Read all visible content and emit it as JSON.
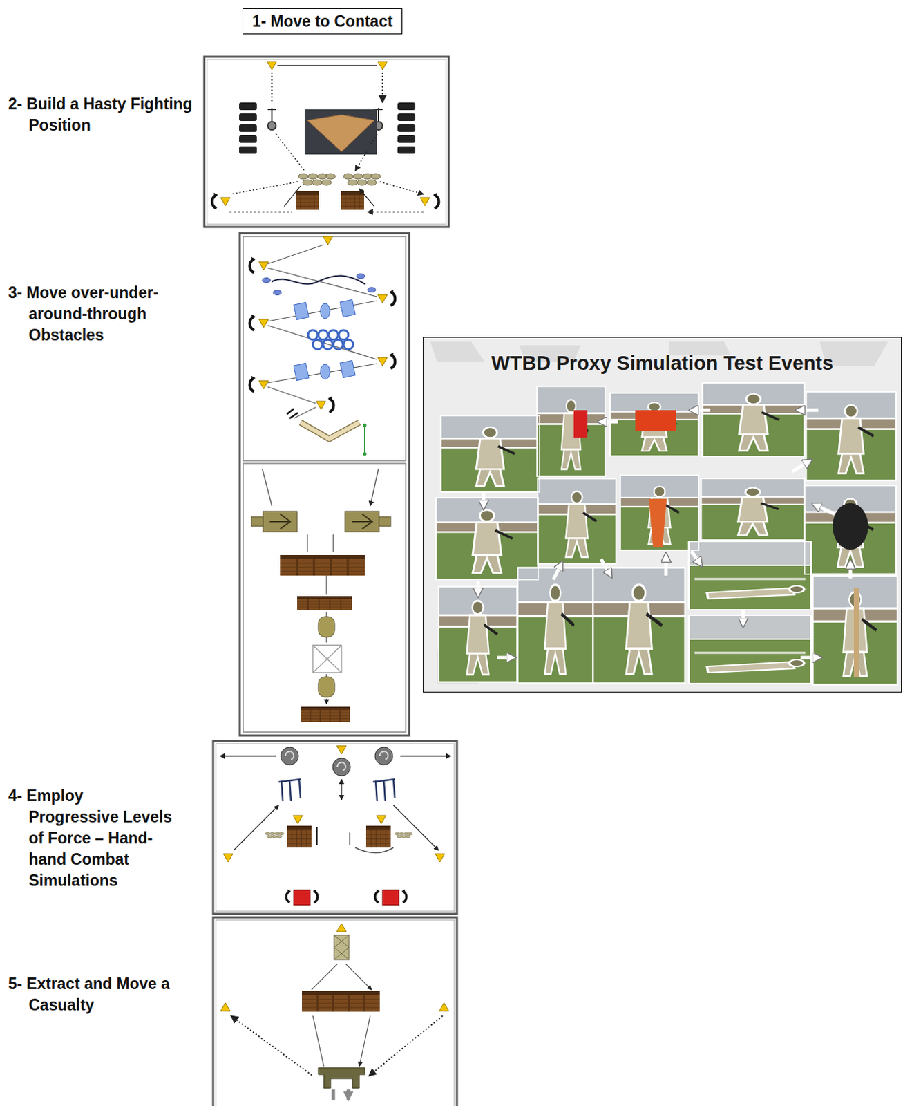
{
  "diagram": {
    "nodes": [
      {
        "text": [
          "1- Move to Contact"
        ]
      },
      {
        "text": [
          "WTBD Proxy Simulation Test Events"
        ]
      }
    ],
    "labels": [
      "2- Build a Hasty Fighting Position",
      "3- Move over-under-around-through Obstacles",
      "4- Employ Progressive Levels of Force – Hand-hand Combat Simulations",
      "5- Extract and Move a Casualty"
    ]
  }
}
